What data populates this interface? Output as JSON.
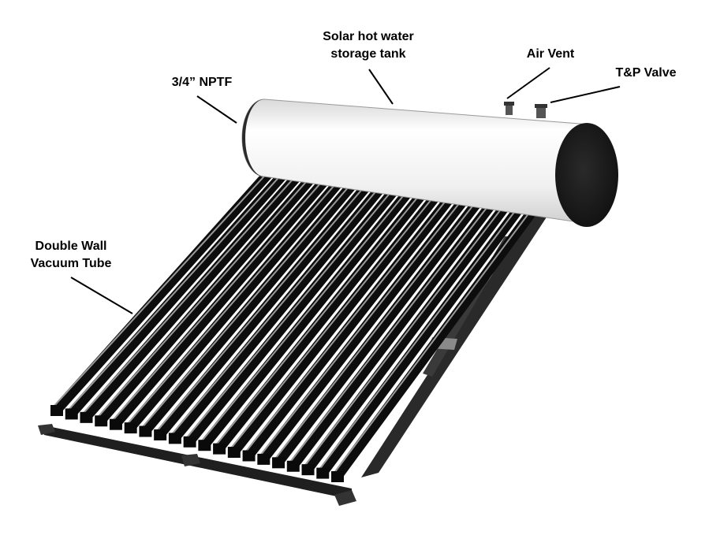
{
  "labels": {
    "storage_tank": [
      "Solar hot water",
      "storage tank"
    ],
    "air_vent": "Air Vent",
    "tp_valve": "T&P Valve",
    "nptf": "3/4” NPTF",
    "vacuum_tube": [
      "Double Wall",
      "Vacuum Tube"
    ]
  },
  "diagram": {
    "tube_count": 20,
    "colors": {
      "tube": "#0d0d0d",
      "tube_highlight": "#9a9a9a",
      "tank_body": "#f4f4f4",
      "tank_end": "#202020",
      "frame": "#1a1a1a",
      "leader_line": "#000000"
    }
  }
}
